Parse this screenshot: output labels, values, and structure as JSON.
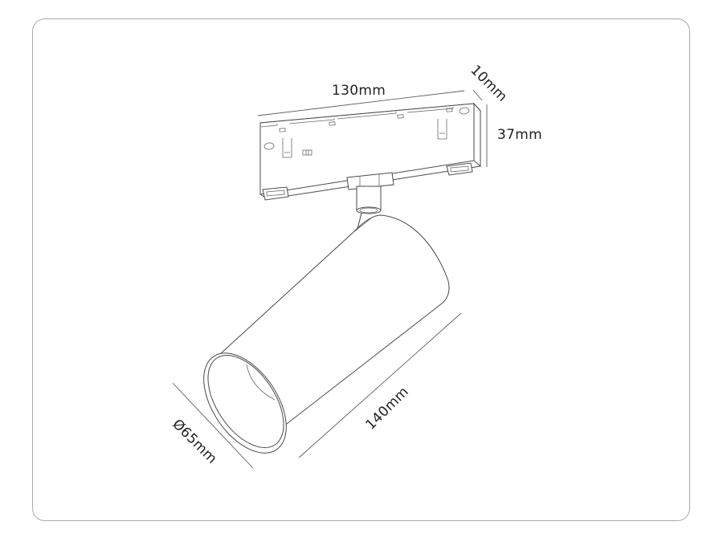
{
  "diagram": {
    "subject": "Magnetic track spotlight with adapter",
    "frame": {
      "border_color": "#a9a9a9",
      "background": "#ffffff"
    },
    "dimensions": {
      "adapter_length": "130mm",
      "adapter_depth": "10mm",
      "adapter_height": "37mm",
      "body_length": "140mm",
      "body_diameter": "Ø65mm"
    },
    "colors": {
      "line": "#4a4a4a",
      "dimension_line": "#5c5c5c",
      "text": "#222222"
    }
  }
}
